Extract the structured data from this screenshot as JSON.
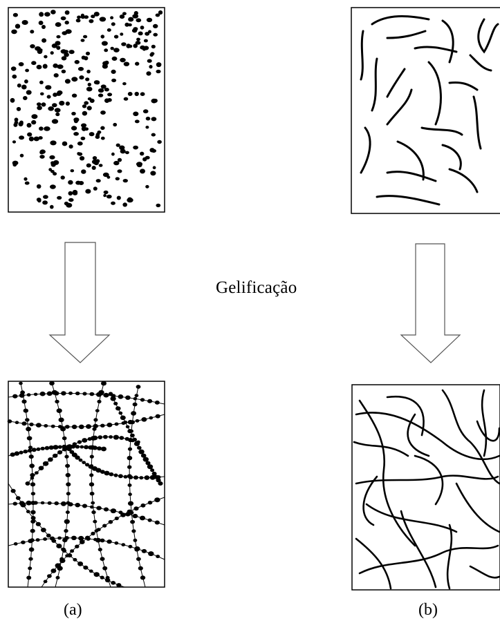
{
  "diagram": {
    "process_label": "Gelificação",
    "columns": [
      {
        "label": "(a)",
        "before_panel": "colloidal-particles",
        "after_panel": "particle-chain-network"
      },
      {
        "label": "(b)",
        "before_panel": "polymer-chains",
        "after_panel": "entangled-polymer-network"
      }
    ],
    "colors": {
      "ink": "#000000",
      "background": "#ffffff"
    }
  }
}
